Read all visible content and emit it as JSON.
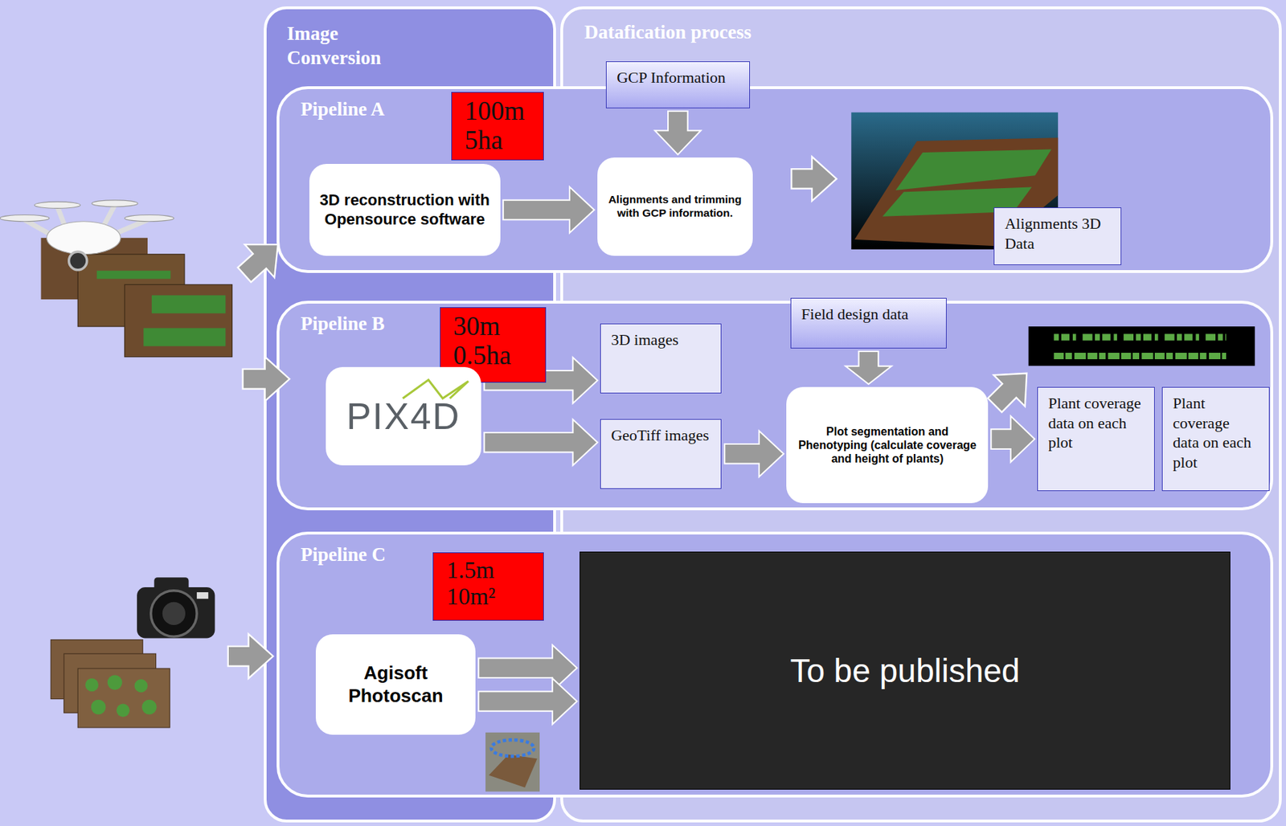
{
  "diagram": {
    "nodes": [
      {
        "text": [
          "Image Conversion"
        ]
      },
      {
        "text": [
          "Datafication process"
        ]
      },
      {
        "text": [
          "Pipeline A"
        ]
      },
      {
        "text": [
          "100m 5ha"
        ],
        "in": 2
      },
      {
        "text": [
          "3D reconstruction with Opensource software"
        ],
        "in": 2
      },
      {
        "text": [
          "GCP Information"
        ]
      },
      {
        "text": [
          "Alignments and trimming with GCP information."
        ],
        "in": 2
      },
      {
        "text": [
          "Alignments 3D Data"
        ],
        "in": 2
      },
      {
        "text": [
          "Pipeline B"
        ]
      },
      {
        "text": [
          "30m 0.5ha"
        ],
        "in": 8
      },
      {
        "text": [
          "PIX4D"
        ],
        "in": 8
      },
      {
        "text": [
          "3D images"
        ],
        "in": 8
      },
      {
        "text": [
          "GeoTiff images"
        ],
        "in": 8
      },
      {
        "text": [
          "Field design data"
        ],
        "in": 8
      },
      {
        "text": [
          "Plot segmentation and Phenotyping (calculate coverage and height of plants)"
        ],
        "in": 8
      },
      {
        "text": [
          "Plant coverage data on each plot"
        ],
        "in": 8
      },
      {
        "text": [
          "Plant coverage data on each plot"
        ],
        "in": 8
      },
      {
        "text": [
          "Pipeline C"
        ]
      },
      {
        "text": [
          "1.5m 10m²"
        ],
        "in": 17
      },
      {
        "text": [
          "Agisoft Photoscan"
        ],
        "in": 17
      },
      {
        "text": [
          "To be published"
        ],
        "in": 17
      }
    ],
    "edges": [
      {
        "from": 4,
        "to": 6,
        "arrow": "to"
      },
      {
        "from": 5,
        "to": 6,
        "arrow": "to"
      },
      {
        "from": 10,
        "to": 11,
        "arrow": "to"
      },
      {
        "from": 10,
        "to": 12,
        "arrow": "to"
      },
      {
        "from": 12,
        "to": 14,
        "arrow": "to"
      },
      {
        "from": 13,
        "to": 14,
        "arrow": "to"
      },
      {
        "from": 14,
        "to": 15,
        "arrow": "to"
      },
      {
        "from": 19,
        "to": 20,
        "arrow": "to"
      },
      {
        "from": 19,
        "to": 20,
        "arrow": "to"
      }
    ]
  }
}
